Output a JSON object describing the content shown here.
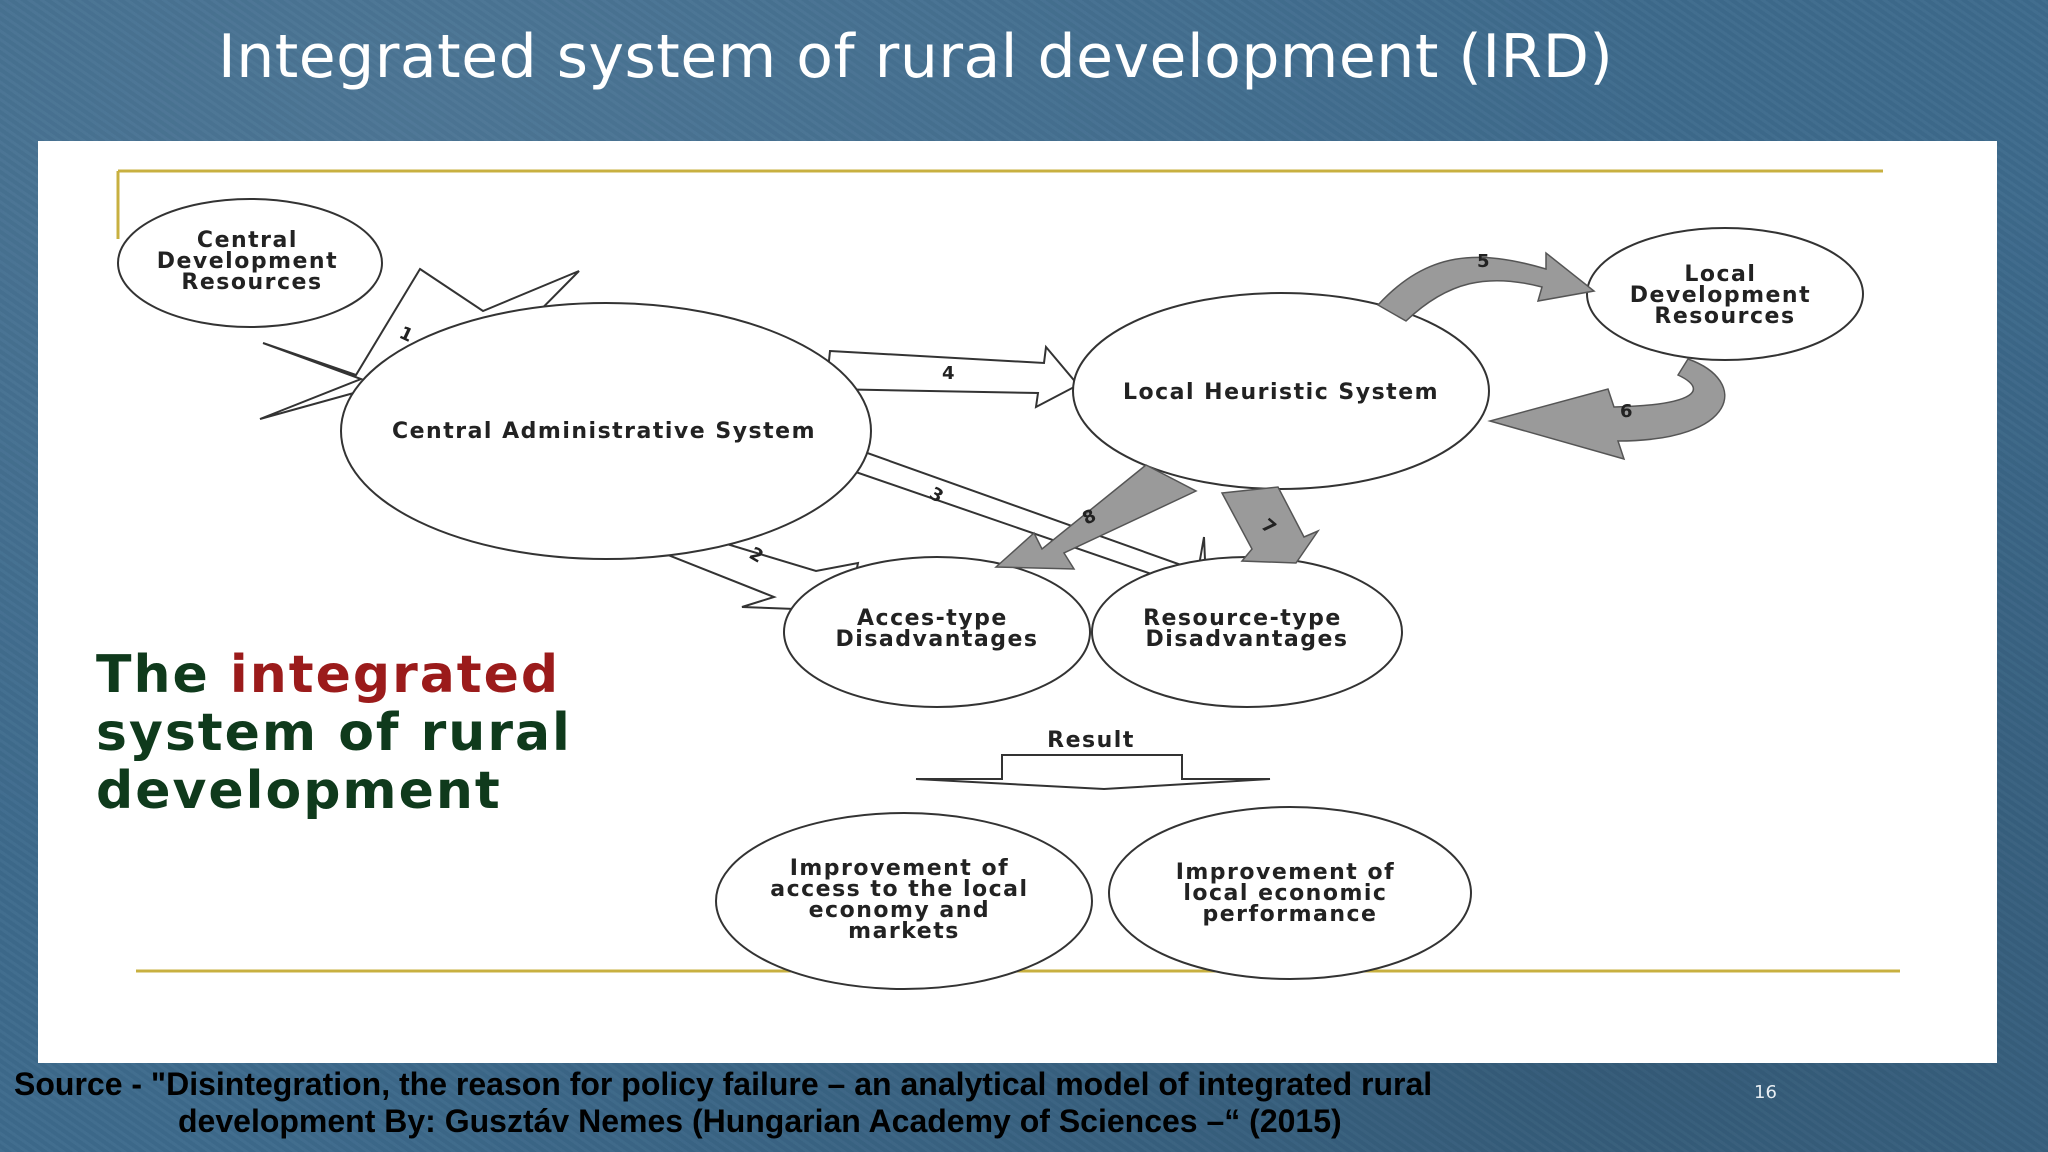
{
  "slide": {
    "title": "Integrated system of rural development (IRD)",
    "page_number": "16"
  },
  "diagram": {
    "nodes": {
      "central_dev_resources": [
        "Central",
        "Development",
        "Resources"
      ],
      "central_admin": "Central Administrative System",
      "local_heuristic": "Local Heuristic System",
      "local_dev_resources": [
        "Local",
        "Development",
        "Resources"
      ],
      "access_disadv": [
        "Acces-type",
        "Disadvantages"
      ],
      "resource_disadv": [
        "Resource-type",
        "Disadvantages"
      ],
      "improve_access": [
        "Improvement of",
        "access to the local",
        "economy and",
        "markets"
      ],
      "improve_local": [
        "Improvement of",
        "local economic",
        "performance"
      ]
    },
    "result_label": "Result",
    "arrow_numbers": {
      "a1": "1",
      "a2": "2",
      "a3": "3",
      "a4": "4",
      "a5": "5",
      "a6": "6",
      "a7": "7",
      "a8": "8"
    },
    "overlay_title": {
      "part1": "The ",
      "highlight": "integrated",
      "line2": "system of rural",
      "line3": "development"
    },
    "colors": {
      "accent_rule": "#c8b040",
      "highlight_red": "#9b1b1b",
      "title_green": "#0f3a1c",
      "arrow_grey": "#9a9a9a"
    }
  },
  "source": {
    "line1": "Source - \"Disintegration, the reason for policy failure – an analytical model of integrated rural",
    "line2": "development By: Gusztáv Nemes (Hungarian Academy of Sciences –“ (2015)"
  }
}
